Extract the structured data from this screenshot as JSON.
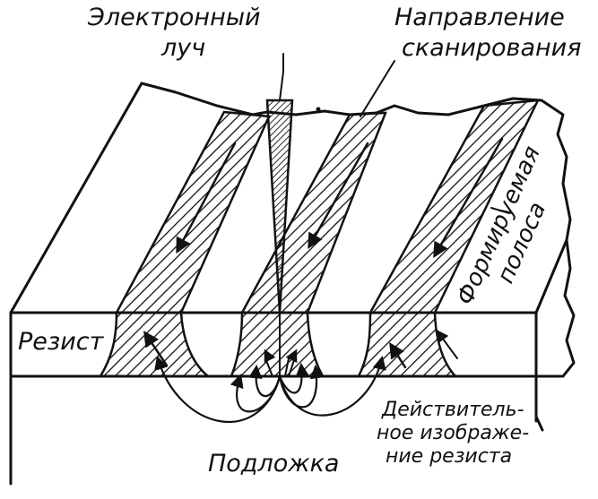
{
  "labels": {
    "beam_line1": "Электронный",
    "beam_line2": "луч",
    "scan_line1": "Направление",
    "scan_line2": "сканирования",
    "stripe_line1": "Формируемая",
    "stripe_line2": "полоса",
    "resist": "Резист",
    "substrate": "Подложка",
    "real_line1": "Действитель-",
    "real_line2": "ное изображе-",
    "real_line3": "ние резиста"
  }
}
